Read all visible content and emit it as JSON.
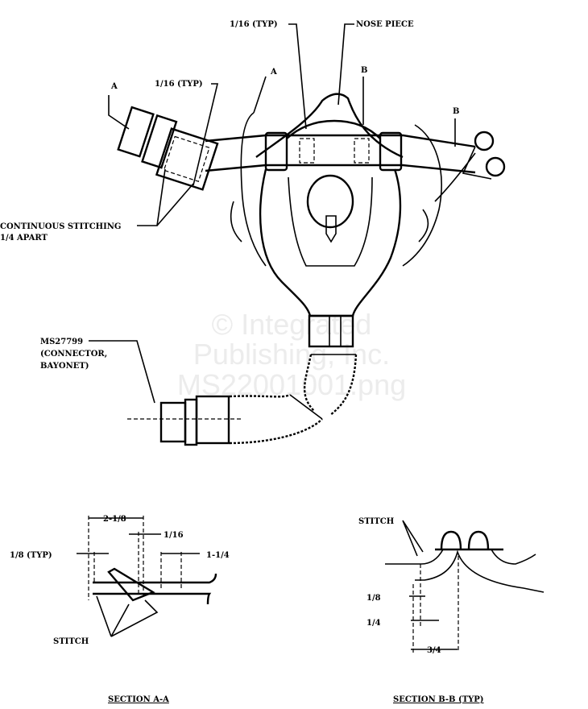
{
  "watermark": {
    "line1": "© Integrated",
    "line2": "Publishing, Inc.",
    "line3": "MS22001001.png"
  },
  "main_view": {
    "typ_top": "1/16 (TYP)",
    "nose_piece": "NOSE PIECE",
    "typ_left": "1/16 (TYP)",
    "section_a_left": "A",
    "section_a_right": "A",
    "section_b_left": "B",
    "section_b_right": "B",
    "stitching_line1": "CONTINUOUS STITCHING",
    "stitching_line2": "1/4 APART",
    "connector_line1": "MS27799",
    "connector_line2": "(CONNECTOR,",
    "connector_line3": "BAYONET)"
  },
  "section_aa": {
    "dim_width": "2-1/8",
    "dim_gap": "1/16",
    "dim_typ": "1/8 (TYP)",
    "dim_right": "1-1/4",
    "stitch": "STITCH",
    "title": "SECTION A-A"
  },
  "section_bb": {
    "stitch": "STITCH",
    "dim_1": "1/8",
    "dim_2": "1/4",
    "dim_3": "3/4",
    "title": "SECTION B-B (TYP)"
  }
}
